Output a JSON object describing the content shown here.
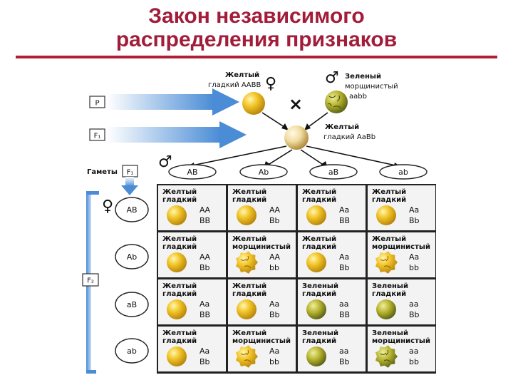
{
  "title": {
    "line1": "Закон независимого",
    "line2": "распределения признаков"
  },
  "generations": {
    "p": "P",
    "f1": "F₁",
    "gametes": "Гаметы",
    "gametes_f1": "F₁",
    "f2": "F₂"
  },
  "symbols": {
    "female": "♀",
    "male": "♂",
    "cross": "×"
  },
  "parent_female": {
    "name": "Желтый",
    "desc": "гладкий ААВВ"
  },
  "parent_male": {
    "name": "Зеленый",
    "desc": "морщинистый",
    "geno": "aabb"
  },
  "f1_offspring": {
    "name": "Желтый",
    "desc": "гладкий АаВb"
  },
  "gametes_male": [
    "АВ",
    "Аb",
    "аВ",
    "ab"
  ],
  "gametes_female": [
    "АВ",
    "Аb",
    "аВ",
    "ab"
  ],
  "colors": {
    "title": "#a11d3a",
    "rule": "#b21e35",
    "arrow": "#4a8cd6",
    "cell_border": "#222222",
    "grid_bg": "#f2f2f2",
    "yellow_pea": "#f2c428",
    "green_pea": "#b5b12f"
  },
  "punnett": [
    [
      {
        "l1": "Желтый",
        "l2": "гладкий",
        "g1": "АА",
        "g2": "ВВ",
        "pea": "yellow-smooth"
      },
      {
        "l1": "Желтый",
        "l2": "гладкий",
        "g1": "АА",
        "g2": "Вb",
        "pea": "yellow-smooth"
      },
      {
        "l1": "Желтый",
        "l2": "гладкий",
        "g1": "Аа",
        "g2": "ВВ",
        "pea": "yellow-smooth"
      },
      {
        "l1": "Желтый",
        "l2": "гладкий",
        "g1": "Аа",
        "g2": "Вb",
        "pea": "yellow-smooth"
      }
    ],
    [
      {
        "l1": "Желтый",
        "l2": "гладкий",
        "g1": "АА",
        "g2": "Вb",
        "pea": "yellow-smooth"
      },
      {
        "l1": "Желтый",
        "l2": "морщинистый",
        "g1": "АА",
        "g2": "bb",
        "pea": "yellow-wrinkled"
      },
      {
        "l1": "Желтый",
        "l2": "гладкий",
        "g1": "Аа",
        "g2": "Вb",
        "pea": "yellow-smooth"
      },
      {
        "l1": "Желтый",
        "l2": "морщинистый",
        "g1": "Аа",
        "g2": "bb",
        "pea": "yellow-wrinkled"
      }
    ],
    [
      {
        "l1": "Желтый",
        "l2": "гладкий",
        "g1": "Аа",
        "g2": "ВВ",
        "pea": "yellow-smooth"
      },
      {
        "l1": "Желтый",
        "l2": "гладкий",
        "g1": "Аа",
        "g2": "Вb",
        "pea": "yellow-smooth"
      },
      {
        "l1": "Зеленый",
        "l2": "гладкий",
        "g1": "аа",
        "g2": "ВВ",
        "pea": "green-smooth"
      },
      {
        "l1": "Зеленый",
        "l2": "гладкий",
        "g1": "аа",
        "g2": "Вb",
        "pea": "green-smooth"
      }
    ],
    [
      {
        "l1": "Желтый",
        "l2": "гладкий",
        "g1": "Аа",
        "g2": "Вb",
        "pea": "yellow-smooth"
      },
      {
        "l1": "Желтый",
        "l2": "морщинистый",
        "g1": "Аа",
        "g2": "bb",
        "pea": "yellow-wrinkled"
      },
      {
        "l1": "Зеленый",
        "l2": "гладкий",
        "g1": "аа",
        "g2": "Вb",
        "pea": "green-smooth"
      },
      {
        "l1": "Зеленый",
        "l2": "морщинистый",
        "g1": "аа",
        "g2": "bb",
        "pea": "green-wrinkled"
      }
    ]
  ]
}
